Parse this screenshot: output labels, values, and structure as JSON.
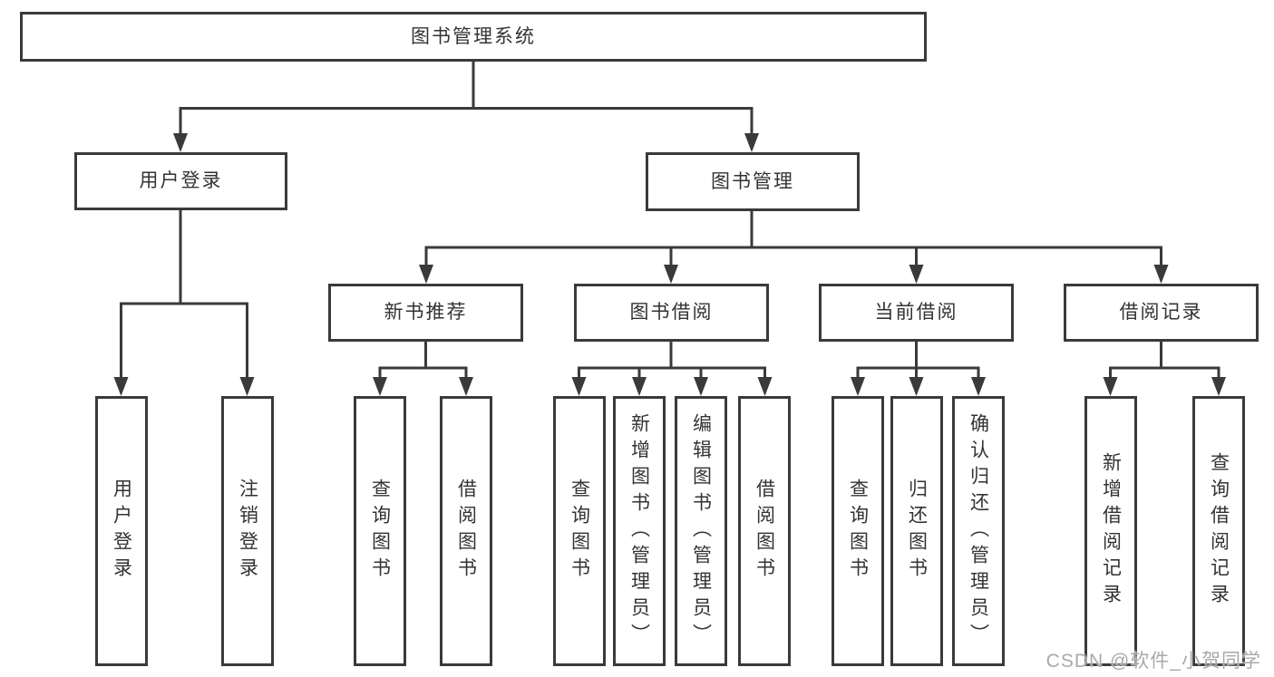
{
  "tree": {
    "root": {
      "label": "图书管理系统"
    },
    "children": [
      {
        "label": "用户登录",
        "children": [
          {
            "label": "用户登录"
          },
          {
            "label": "注销登录"
          }
        ]
      },
      {
        "label": "图书管理",
        "children": [
          {
            "label": "新书推荐",
            "children": [
              {
                "label": "查询图书"
              },
              {
                "label": "借阅图书"
              }
            ]
          },
          {
            "label": "图书借阅",
            "children": [
              {
                "label": "查询图书"
              },
              {
                "label": "新增图书（管理员）"
              },
              {
                "label": "编辑图书（管理员）"
              },
              {
                "label": "借阅图书"
              }
            ]
          },
          {
            "label": "当前借阅",
            "children": [
              {
                "label": "查询图书"
              },
              {
                "label": "归还图书"
              },
              {
                "label": "确认归还（管理员）"
              }
            ]
          },
          {
            "label": "借阅记录",
            "children": [
              {
                "label": "新增借阅记录"
              },
              {
                "label": "查询借阅记录"
              }
            ]
          }
        ]
      }
    ]
  },
  "watermark": {
    "text": "CSDN @软件_小贺同学"
  },
  "colors": {
    "line": "#3a3a3a",
    "text": "#333333",
    "background": "#ffffff",
    "watermark": "#a9a9a9"
  }
}
